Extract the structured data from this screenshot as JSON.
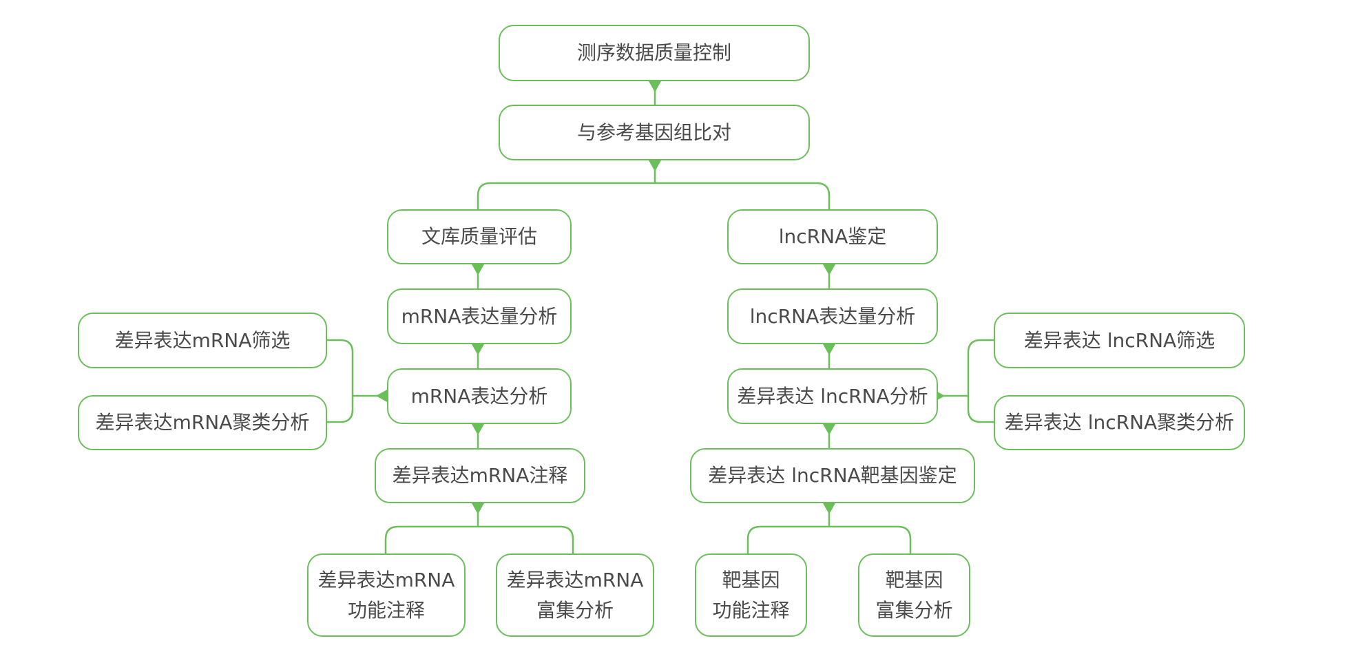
{
  "nodes": {
    "qc": "测序数据质量控制",
    "align": "与参考基因组比对",
    "library_qc": "文库质量评估",
    "lncrna_id": "lncRNA鉴定",
    "mrna_expr_quant": "mRNA表达量分析",
    "lncrna_expr_quant": "lncRNA表达量分析",
    "mrna_expr_analysis": "mRNA表达分析",
    "de_lncrna_analysis": "差异表达 lncRNA分析",
    "de_mrna_screen": "差异表达mRNA筛选",
    "de_mrna_cluster": "差异表达mRNA聚类分析",
    "de_lncrna_screen": "差异表达 lncRNA筛选",
    "de_lncrna_cluster": "差异表达 lncRNA聚类分析",
    "de_mrna_annot": "差异表达mRNA注释",
    "de_lncrna_target": "差异表达 lncRNA靶基因鉴定",
    "de_mrna_func": {
      "line1": "差异表达mRNA",
      "line2": "功能注释"
    },
    "de_mrna_enrich": {
      "line1": "差异表达mRNA",
      "line2": "富集分析"
    },
    "target_func": {
      "line1": "靶基因",
      "line2": "功能注释"
    },
    "target_enrich": {
      "line1": "靶基因",
      "line2": "富集分析"
    }
  },
  "colors": {
    "accent": "#6abf5a",
    "text": "#4a4a4a",
    "background": "#ffffff"
  }
}
